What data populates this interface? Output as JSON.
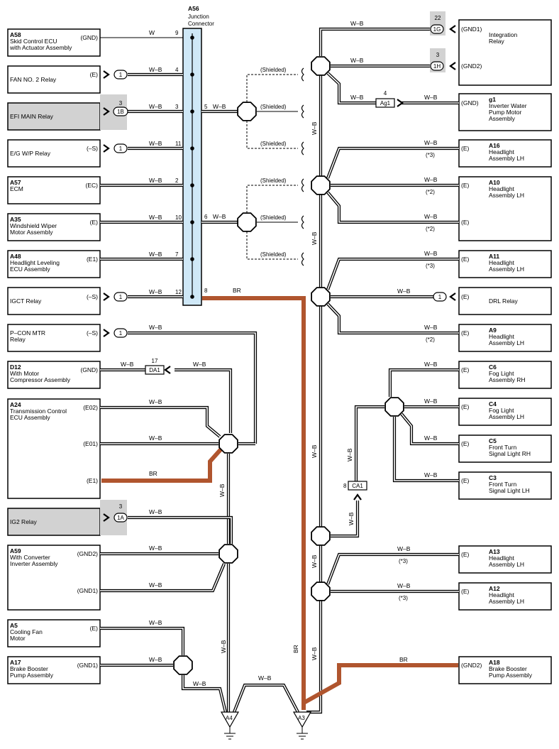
{
  "junction": {
    "id": "A56",
    "name": "Junction Connector",
    "color": "#cfe8f7"
  },
  "colors": {
    "brown": "#b0552e",
    "gray_box": "#d2d2d2",
    "wire": "#000000"
  },
  "left_components": [
    {
      "id": "A58",
      "name": "Skid Control ECU|with Actuator Assembly",
      "pin": "(GND)",
      "wire": "W",
      "jpin": "9",
      "conn": "",
      "shaded": false
    },
    {
      "id": "",
      "name": "FAN NO. 2 Relay",
      "pin": "(E)",
      "wire": "W–B",
      "jpin": "4",
      "conn": "1",
      "shaded": false
    },
    {
      "id": "",
      "name": "EFI MAIN Relay",
      "pin": "",
      "wire": "W–B",
      "jpin": "3",
      "conn": "1B",
      "connnum": "3",
      "shaded": true
    },
    {
      "id": "",
      "name": "E/G W/P Relay",
      "pin": "(–S)",
      "wire": "W–B",
      "jpin": "11",
      "conn": "1",
      "shaded": false
    },
    {
      "id": "A57",
      "name": "ECM",
      "pin": "(EC)",
      "wire": "W–B",
      "jpin": "2",
      "conn": "",
      "shaded": false
    },
    {
      "id": "A35",
      "name": "Windshield Wiper|Motor Assembly",
      "pin": "(E)",
      "wire": "W–B",
      "jpin": "10",
      "conn": "",
      "shaded": false
    },
    {
      "id": "A48",
      "name": "Headlight Leveling|ECU Assembly",
      "pin": "(E1)",
      "wire": "W–B",
      "jpin": "7",
      "conn": "",
      "shaded": false
    },
    {
      "id": "",
      "name": "IGCT Relay",
      "pin": "(–S)",
      "wire": "W–B",
      "jpin": "12",
      "conn": "1",
      "shaded": false
    },
    {
      "id": "",
      "name": "P–CON MTR|Relay",
      "pin": "(–S)",
      "wire": "W–B",
      "conn": "1",
      "shaded": false
    },
    {
      "id": "D12",
      "name": "With Motor|Compressor Assembly",
      "pin": "(GND)",
      "wire": "W–B",
      "conn": "DA1",
      "connnum": "17",
      "shaded": false
    },
    {
      "id": "A24",
      "name": "Transmission Control|ECU Assembly",
      "pins": [
        "(E02)",
        "(E01)",
        "(E1)"
      ],
      "wires": [
        "W–B",
        "W–B",
        "BR"
      ],
      "shaded": false
    },
    {
      "id": "",
      "name": "IG2 Relay",
      "wire": "W–B",
      "conn": "1A",
      "connnum": "3",
      "shaded": true
    },
    {
      "id": "A59",
      "name": "With Converter|Inverter Assembly",
      "pins": [
        "(GND2)",
        "(GND1)"
      ],
      "wires": [
        "W–B",
        "W–B"
      ],
      "shaded": false
    },
    {
      "id": "A5",
      "name": "Cooling Fan|Motor",
      "pin": "(E)",
      "wire": "W–B",
      "shaded": false
    },
    {
      "id": "A17",
      "name": "Brake Booster|Pump Assembly",
      "pin": "(GND1)",
      "wire": "W–B",
      "shaded": false
    }
  ],
  "right_components": [
    {
      "id": "",
      "name": "Integration|Relay",
      "pins": [
        "(GND1)",
        "(GND2)"
      ],
      "wires": [
        "W–B",
        "W–B"
      ],
      "conns": [
        "1G",
        "1H"
      ],
      "connnums": [
        "22",
        "3"
      ]
    },
    {
      "id": "g1",
      "name": "Inverter Water|Pump Motor|Assembly",
      "pin": "(GND)",
      "wires": [
        "W–B",
        "W–B"
      ],
      "conn": "Ag1",
      "connnum": "4"
    },
    {
      "id": "A16",
      "name": "Headlight|Assembly LH",
      "pin": "(E)",
      "wire": "W–B",
      "note": "(*3)"
    },
    {
      "id": "A10",
      "name": "Headlight|Assembly LH",
      "pins": [
        "(E)",
        "(E)"
      ],
      "wires": [
        "W–B",
        "W–B"
      ],
      "notes": [
        "(*2)",
        "(*2)"
      ]
    },
    {
      "id": "A11",
      "name": "Headlight|Assembly LH",
      "pin": "(E)",
      "wire": "W–B",
      "note": "(*3)"
    },
    {
      "id": "",
      "name": "DRL Relay",
      "pin": "(E)",
      "wire": "W–B",
      "conn": "1"
    },
    {
      "id": "A9",
      "name": "Headlight|Assembly LH",
      "pin": "(E)",
      "wire": "W–B",
      "note": "(*2)"
    },
    {
      "id": "C6",
      "name": "Fog Light|Assembly RH",
      "pin": "(E)",
      "wire": "W–B"
    },
    {
      "id": "C4",
      "name": "Fog Light|Assembly LH",
      "pin": "(E)",
      "wire": "W–B"
    },
    {
      "id": "C5",
      "name": "Front Turn|Signal Light RH",
      "pin": "(E)",
      "wire": "W–B"
    },
    {
      "id": "C3",
      "name": "Front Turn|Signal Light LH",
      "pin": "(E)",
      "wire": "W–B"
    },
    {
      "id": "A13",
      "name": "Headlight|Assembly LH",
      "pin": "(E)",
      "wire": "W–B",
      "note": "(*3)"
    },
    {
      "id": "A12",
      "name": "Headlight|Assembly LH",
      "pin": "(E)",
      "wire": "W–B",
      "note": "(*3)"
    },
    {
      "id": "A18",
      "name": "Brake Booster|Pump Assembly",
      "pin": "(GND2)",
      "wire": "BR"
    }
  ],
  "labels": {
    "shielded": "(Shielded)",
    "wb": "W–B",
    "w": "W",
    "br": "BR",
    "jpin5": "5",
    "jpin6": "6",
    "jpin8": "8",
    "ca1": "CA1",
    "ca1num": "8",
    "ground_a4": "A4",
    "ground_a3": "A3"
  }
}
